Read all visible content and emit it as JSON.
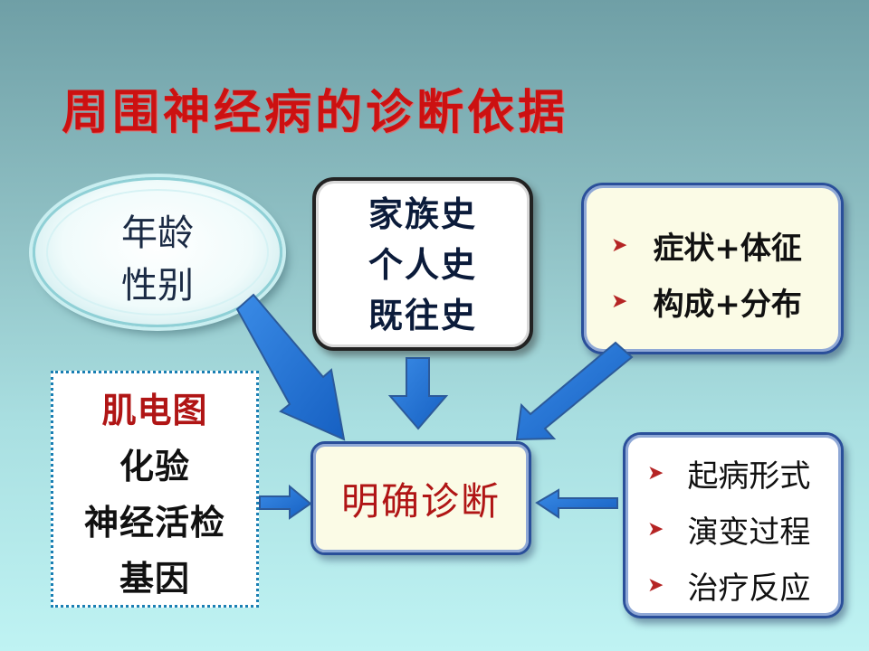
{
  "title": "周围神经病的诊断依据",
  "oval_box": {
    "lines": [
      "年龄",
      "性别"
    ]
  },
  "history_box": {
    "lines": [
      "家族史",
      "个人史",
      "既往史"
    ]
  },
  "symptoms_box": {
    "items": [
      "症状+体征",
      "构成+分布"
    ]
  },
  "exams_box": {
    "lines": [
      "肌电图",
      "化验",
      "神经活检",
      "基因"
    ]
  },
  "center_box": {
    "label": "明确诊断"
  },
  "course_box": {
    "items": [
      "起病形式",
      "演变过程",
      "治疗反应"
    ]
  },
  "colors": {
    "title": "#cc1111",
    "arrow": "#1e6fd0",
    "accent_red": "#b01515",
    "border_blue": "#2a4f9a"
  }
}
